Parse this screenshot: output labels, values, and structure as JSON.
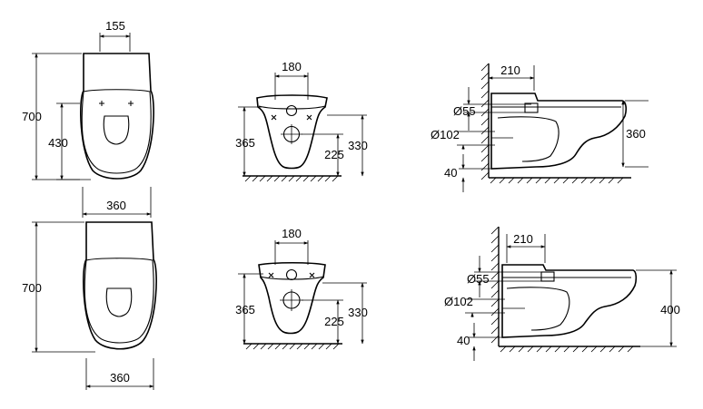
{
  "views": {
    "top_view_1": {
      "width_top": "155",
      "total_length": "700",
      "seat_length": "430",
      "width_bottom": "360"
    },
    "top_view_2": {
      "total_length": "700",
      "width_bottom": "360"
    },
    "front_view_1": {
      "fixing_spacing": "180",
      "height_total": "365",
      "height_right": "330",
      "outlet_height": "225"
    },
    "front_view_2": {
      "fixing_spacing": "180",
      "height_total": "365",
      "height_right": "330",
      "outlet_height": "225"
    },
    "side_view_1": {
      "projection_top": "210",
      "inlet_diameter": "Ø55",
      "outlet_diameter": "Ø102",
      "bottom_offset": "40",
      "bowl_height": "360"
    },
    "side_view_2": {
      "projection_top": "210",
      "inlet_diameter": "Ø55",
      "outlet_diameter": "Ø102",
      "bottom_offset": "40",
      "bowl_height": "400"
    }
  }
}
